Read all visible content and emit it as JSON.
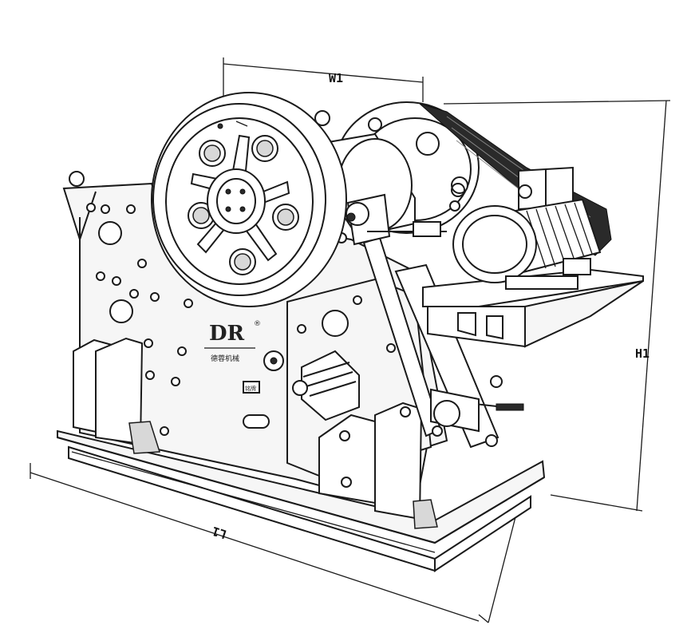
{
  "drawing": {
    "brand_logo": "DR",
    "brand_name": "德蓉机械",
    "nameplate": "铭牌",
    "dimensions": {
      "width_label": "W1",
      "height_label": "H1",
      "length_label": "L1"
    }
  }
}
